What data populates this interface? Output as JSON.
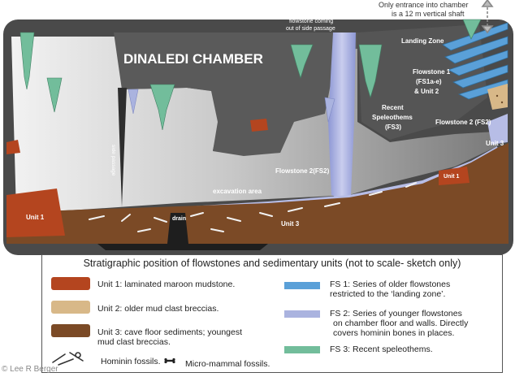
{
  "diagram": {
    "title": "DINALEDI CHAMBER",
    "labels": {
      "entrance_line1": "Only entrance into chamber",
      "entrance_line2": "is a 12 m vertical shaft",
      "flowstone_side_line1": "flowstone coming",
      "flowstone_side_line2": "out of side passage",
      "landing_zone": "Landing Zone",
      "flowstone1_line1": "Flowstone 1",
      "flowstone1_line2": "(FS1a-e)",
      "flowstone1_line3": "& Unit 2",
      "recent_line1": "Recent",
      "recent_line2": "Speleothems",
      "recent_line3": "(FS3)",
      "flowstone2_right": "Flowstone 2 (FS2)",
      "flowstone2_mid": "Flowstone 2(FS2)",
      "side_passage": "side passage",
      "excavation": "excavation area",
      "drain": "drain",
      "unit1_left": "Unit 1",
      "unit1_right": "Unit 1",
      "unit3_mid": "Unit 3",
      "unit3_right": "Unit 3"
    }
  },
  "legend": {
    "title": "Stratigraphic position of flowstones and sedimentary units (not to scale- sketch only)",
    "unit1": "Unit 1: laminated maroon mudstone.",
    "unit2": "Unit 2: older mud clast breccias.",
    "unit3_line1": "Unit 3: cave floor sediments;  youngest",
    "unit3_line2": "mud clast breccias.",
    "hominin": "Hominin fossils.",
    "micro": "Micro-mammal fossils.",
    "fs1_line1": "FS 1: Series of older flowstones",
    "fs1_line2": "restricted to the ‘landing zone’.",
    "fs2_line1": "FS 2: Series of younger flowstones",
    "fs2_line2": "on chamber floor and walls. Directly",
    "fs2_line3": "covers hominin bones in places.",
    "fs3": "FS 3: Recent speleothems."
  },
  "credit": "© Lee R Berger",
  "colors": {
    "cave_dark": "#4a4a4a",
    "unit1": "#b4451f",
    "unit2": "#d8b888",
    "unit3": "#7b4a26",
    "fs1": "#5aa0d8",
    "fs2": "#aab3df",
    "fs3": "#72bd9b"
  }
}
